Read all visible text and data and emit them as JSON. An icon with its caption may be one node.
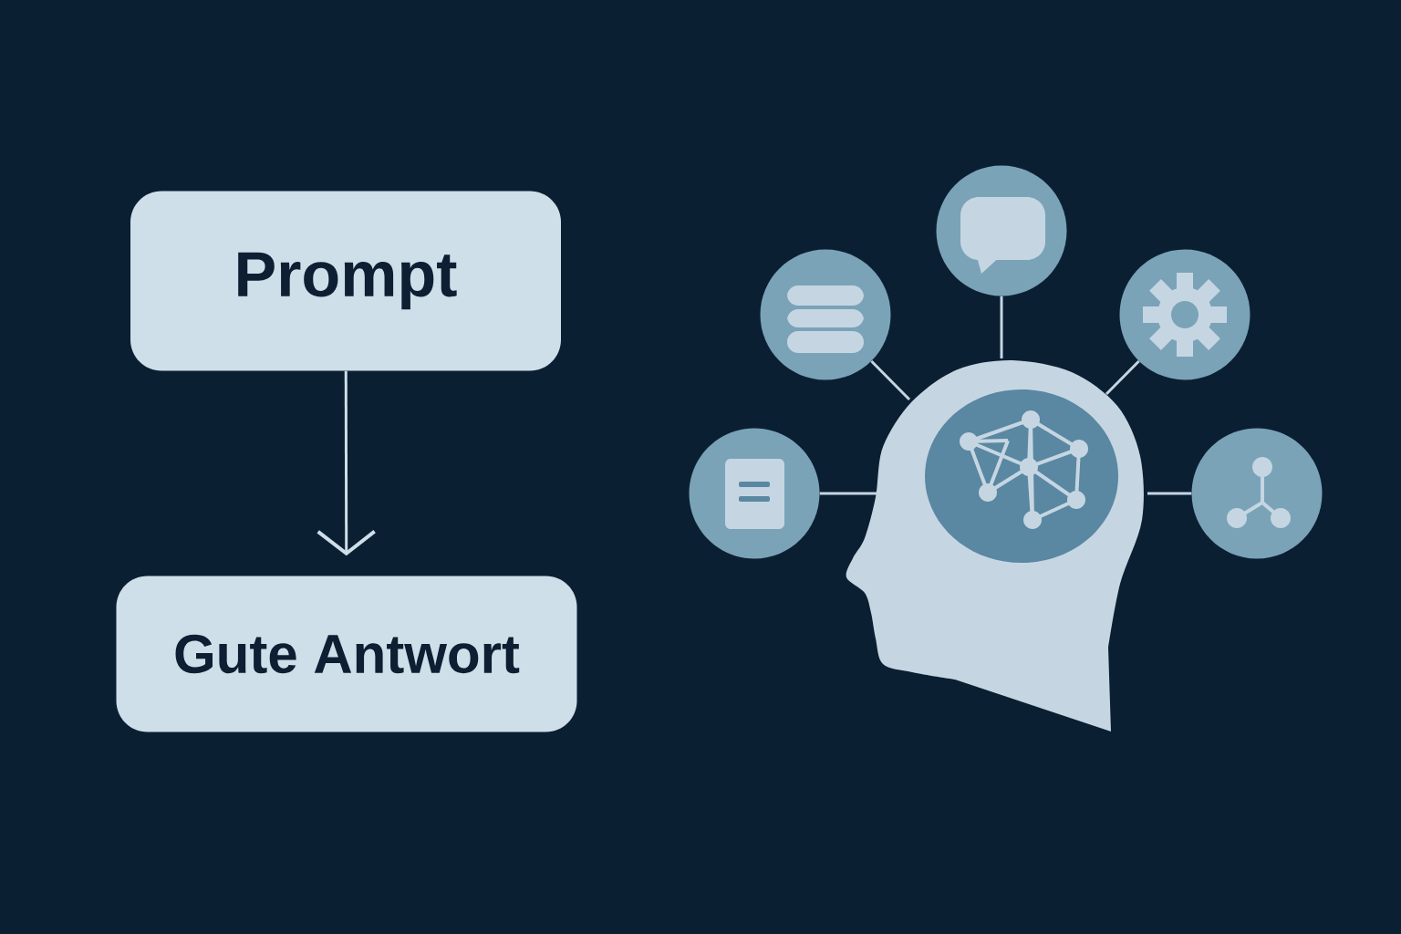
{
  "diagram": {
    "nodes": [
      {
        "text": [
          "Prompt"
        ]
      },
      {
        "text": [
          "Gute Antwort"
        ]
      },
      {
        "text": [],
        "shape": "circle"
      },
      {
        "text": [],
        "shape": "circle"
      },
      {
        "text": [],
        "shape": "circle"
      },
      {
        "text": [],
        "shape": "circle"
      },
      {
        "text": [],
        "shape": "circle"
      },
      {
        "text": [],
        "shape": "person"
      }
    ],
    "edges": [
      {
        "from": 0,
        "to": 1,
        "arrow": "to"
      },
      {
        "from": 2,
        "to": 7,
        "arrow": "none"
      },
      {
        "from": 3,
        "to": 7,
        "arrow": "none"
      },
      {
        "from": 4,
        "to": 7,
        "arrow": "none"
      },
      {
        "from": 5,
        "to": 7,
        "arrow": "none"
      },
      {
        "from": 6,
        "to": 7,
        "arrow": "none"
      }
    ]
  }
}
